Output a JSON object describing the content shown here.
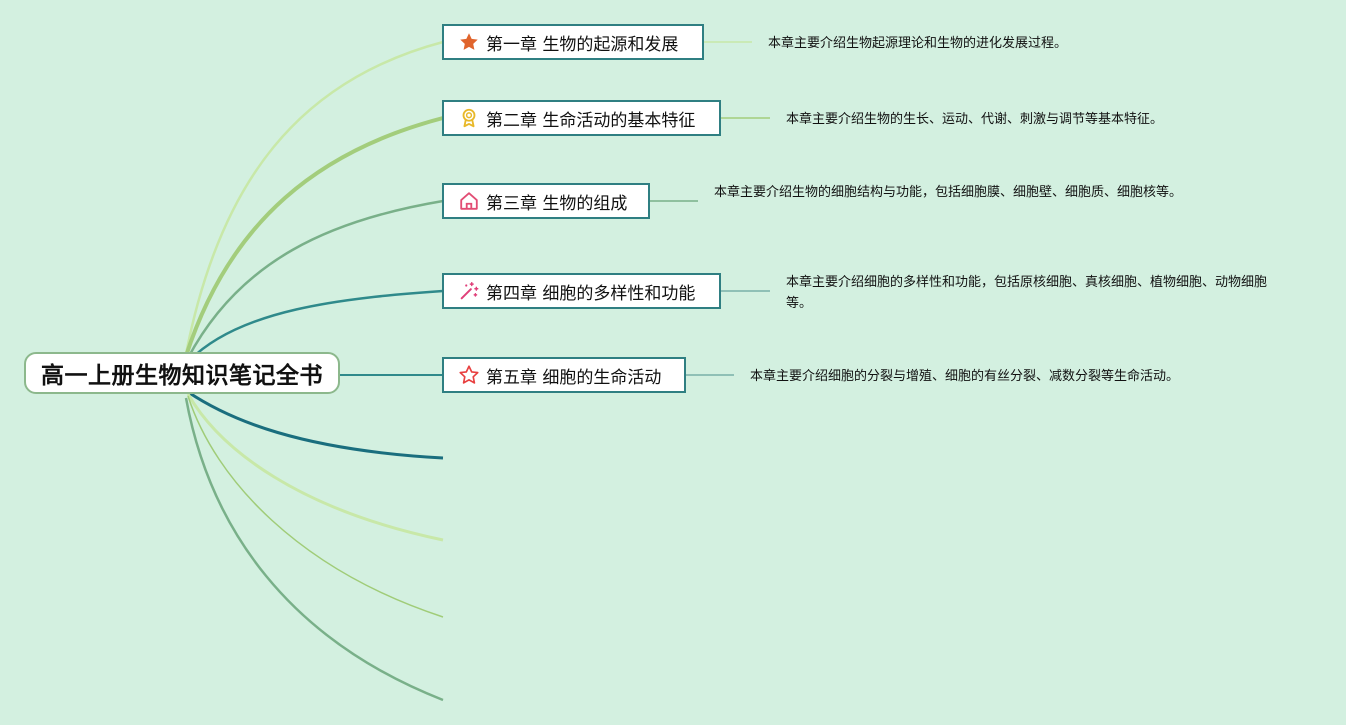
{
  "root": {
    "title": "高一上册生物知识笔记全书"
  },
  "chapters": [
    {
      "title": "第一章 生物的起源和发展",
      "icon": "star-filled-icon",
      "icon_color": "#e0642c",
      "description": "本章主要介绍生物起源理论和生物的进化发展过程。"
    },
    {
      "title": "第二章 生命活动的基本特征",
      "icon": "award-medal-icon",
      "icon_color": "#e8b829",
      "description": "本章主要介绍生物的生长、运动、代谢、刺激与调节等基本特征。"
    },
    {
      "title": "第三章 生物的组成",
      "icon": "home-icon",
      "icon_color": "#e24d74",
      "description": "本章主要介绍生物的细胞结构与功能，包括细胞膜、细胞壁、细胞质、细胞核等。"
    },
    {
      "title": "第四章 细胞的多样性和功能",
      "icon": "magic-wand-icon",
      "icon_color": "#e0407a",
      "description": "本章主要介绍细胞的多样性和功能，包括原核细胞、真核细胞、植物细胞、动物细胞等。"
    },
    {
      "title": "第五章 细胞的生命活动",
      "icon": "star-outline-icon",
      "icon_color": "#e84040",
      "description": "本章主要介绍细胞的分裂与增殖、细胞的有丝分裂、减数分裂等生命活动。"
    }
  ],
  "colors": {
    "background": "#d3f0e0",
    "node_border": "#2f7f82",
    "root_border": "#8cb88c",
    "branch_light": "#c5e8a4",
    "branch_green": "#a0cc78",
    "branch_sage": "#79b089",
    "branch_teal": "#2f8a8b",
    "branch_dark_teal": "#1a6e7e"
  }
}
